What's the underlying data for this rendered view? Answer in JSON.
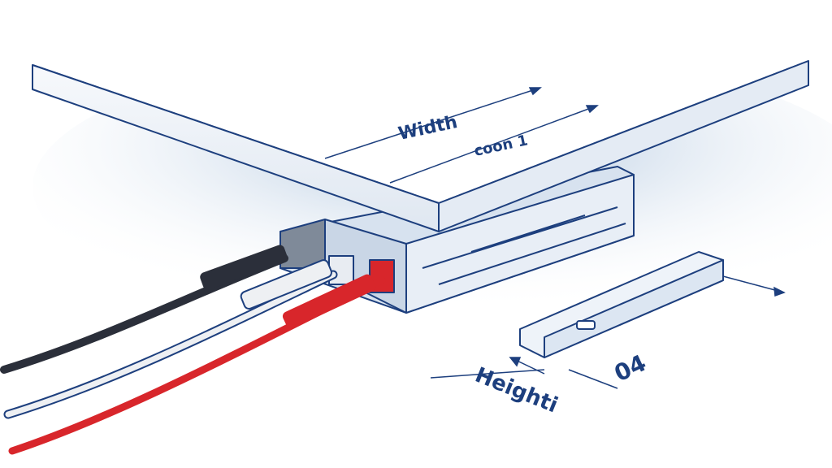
{
  "labels": {
    "width": "Width",
    "width_sub": "coon 1",
    "height": "Heighti",
    "depth": "04"
  },
  "colors": {
    "ink": "#1d3f7e",
    "shadow": "#b9cde3",
    "cable_black": "#2b2f3a",
    "cable_white": "#eef0f3",
    "cable_red": "#d8262b"
  }
}
